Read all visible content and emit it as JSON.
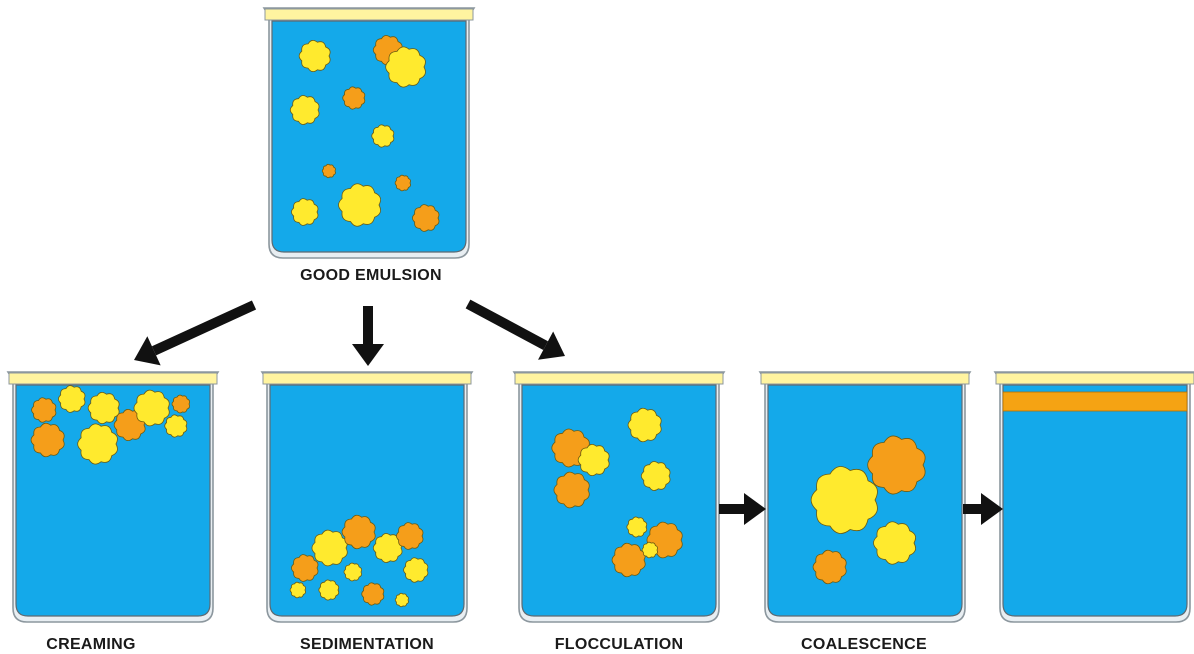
{
  "colors": {
    "liquid": "#14a9ea",
    "oil_layer": "#fff4a0",
    "droplet_yellow": "#ffea2e",
    "droplet_orange": "#f59e1a",
    "separated_layer": "#f5a313",
    "glass": "#b9c4cc",
    "arrow": "#111111"
  },
  "labels": {
    "good": "GOOD EMULSION",
    "creaming": "CREAMING",
    "sedimentation": "SEDIMENTATION",
    "flocculation": "FLOCCULATION",
    "coalescence": "COALESCENCE"
  }
}
